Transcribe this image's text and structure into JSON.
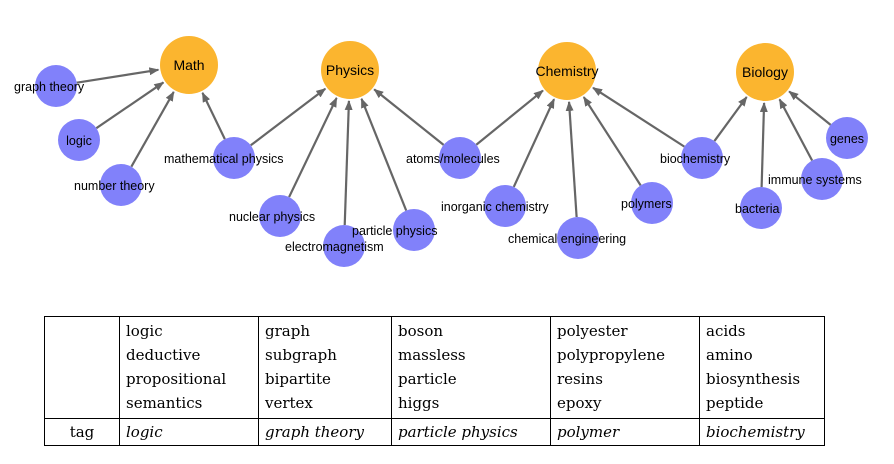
{
  "graph": {
    "colors": {
      "topic": "#fbb52f",
      "subtopic": "#8181fa",
      "edge": "#666666"
    },
    "nodes": {
      "math": "Math",
      "physics": "Physics",
      "chemistry": "Chemistry",
      "biology": "Biology",
      "graph_theory": "graph theory",
      "logic": "logic",
      "number_theory": "number theory",
      "mathematical_physics": "mathematical physics",
      "nuclear_physics": "nuclear physics",
      "electromagnetism": "electromagnetism",
      "particle_physics": "particle physics",
      "atoms_molecules": "atoms/molecules",
      "inorganic_chemistry": "inorganic chemistry",
      "chemical_engineering": "chemical engineering",
      "polymers": "polymers",
      "biochemistry": "biochemistry",
      "bacteria": "bacteria",
      "immune_systems": "immune systems",
      "genes": "genes"
    },
    "edges": [
      [
        "graph_theory",
        "math"
      ],
      [
        "logic",
        "math"
      ],
      [
        "number_theory",
        "math"
      ],
      [
        "mathematical_physics",
        "math"
      ],
      [
        "mathematical_physics",
        "physics"
      ],
      [
        "nuclear_physics",
        "physics"
      ],
      [
        "electromagnetism",
        "physics"
      ],
      [
        "particle_physics",
        "physics"
      ],
      [
        "atoms_molecules",
        "physics"
      ],
      [
        "atoms_molecules",
        "chemistry"
      ],
      [
        "inorganic_chemistry",
        "chemistry"
      ],
      [
        "chemical_engineering",
        "chemistry"
      ],
      [
        "polymers",
        "chemistry"
      ],
      [
        "biochemistry",
        "chemistry"
      ],
      [
        "biochemistry",
        "biology"
      ],
      [
        "bacteria",
        "biology"
      ],
      [
        "immune_systems",
        "biology"
      ],
      [
        "genes",
        "biology"
      ]
    ]
  },
  "table": {
    "tag_header": "tag",
    "columns": [
      {
        "words": [
          "logic",
          "deductive",
          "propositional",
          "semantics"
        ],
        "tag": "logic"
      },
      {
        "words": [
          "graph",
          "subgraph",
          "bipartite",
          "vertex"
        ],
        "tag": "graph theory"
      },
      {
        "words": [
          "boson",
          "massless",
          "particle",
          "higgs"
        ],
        "tag": "particle physics"
      },
      {
        "words": [
          "polyester",
          "polypropylene",
          "resins",
          "epoxy"
        ],
        "tag": "polymer"
      },
      {
        "words": [
          "acids",
          "amino",
          "biosynthesis",
          "peptide"
        ],
        "tag": "biochemistry"
      }
    ]
  }
}
